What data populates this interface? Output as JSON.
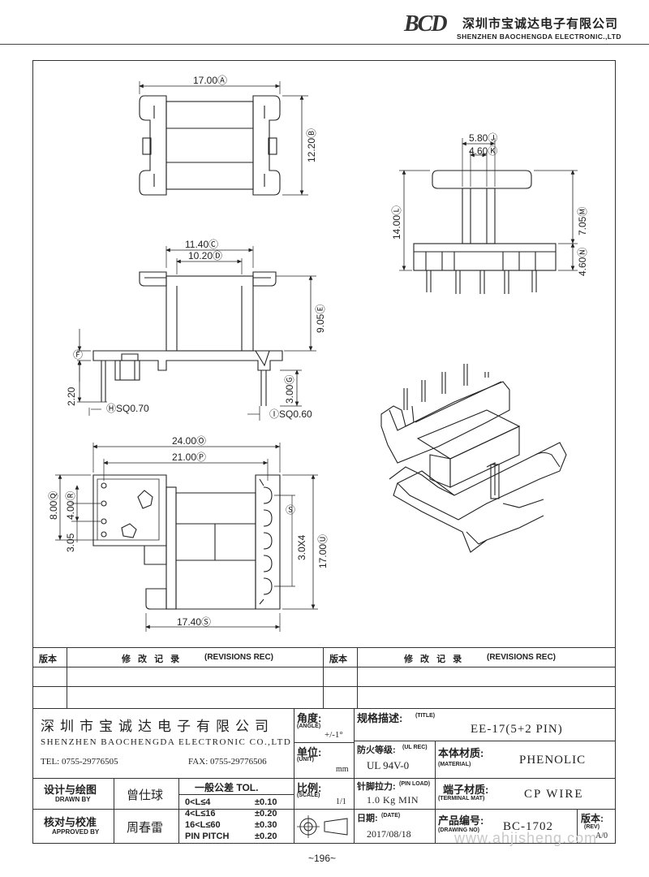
{
  "header": {
    "logo_text": "BCD",
    "company_cn": "深圳市宝诚达电子有限公司",
    "company_en": "SHENZHEN BAOCHENGDA ELECTRONIC.,LTD"
  },
  "dimensions": {
    "top_width": "17.00Ⓐ",
    "top_height": "12.20Ⓑ",
    "front_outer": "11.40Ⓒ",
    "front_inner": "10.20Ⓓ",
    "front_height": "9.05Ⓔ",
    "pin_length": "2.20",
    "pin_offset": "3.00Ⓖ",
    "pin_sq1": "ⒽSQ0.70",
    "pin_sq2": "ⒾSQ0.60",
    "side_w1": "5.80Ⓙ",
    "side_w2": "4.60Ⓚ",
    "side_total": "14.00Ⓛ",
    "side_upper": "7.05Ⓜ",
    "side_lower": "4.60Ⓝ",
    "bottom_total_w": "24.00Ⓞ",
    "bottom_inner_w": "21.00Ⓟ",
    "bottom_body_w": "17.40Ⓢ",
    "left_h1": "8.00Ⓠ",
    "left_h2": "4.00Ⓡ",
    "left_h3": "3.05",
    "right_pitch": "3.0X4",
    "right_total": "17.00Ⓤ",
    "right_mark": "Ⓢ",
    "label_F": "Ⓕ"
  },
  "revisions": {
    "col_rev": "版本",
    "col_desc": "修 改 记 录",
    "col_desc_en": "(REVISIONS REC)"
  },
  "title_block": {
    "company_cn": "深圳市宝诚达电子有限公司",
    "company_en": "SHENZHEN BAOCHENGDA ELECTRONIC CO.,LTD",
    "tel": "TEL: 0755-29776505",
    "fax": "FAX: 0755-29776506",
    "angle_cn": "角度:",
    "angle_en": "(ANGLE)",
    "angle_value": "+/-1°",
    "unit_cn": "单位:",
    "unit_en": "(UNIT)",
    "unit_value": "mm",
    "scale_cn": "比例:",
    "scale_en": "(SCALE)",
    "scale_value": "1/1",
    "title_cn": "规格描述:",
    "title_en": "(TITLE)",
    "title_value": "EE-17(5+2 PIN)",
    "fire_cn": "防火等级:",
    "fire_en": "(UL REC)",
    "fire_value": "UL 94V-0",
    "material_cn": "本体材质:",
    "material_en": "(MATERIAL)",
    "material_value": "PHENOLIC",
    "pinload_cn": "针脚拉力:",
    "pinload_en": "(PIN LOAD)",
    "pinload_value": "1.0 Kg MIN",
    "terminal_cn": "端子材质:",
    "terminal_en": "(TERMINAL MAT)",
    "terminal_value": "CP WIRE",
    "drawn_cn": "设计与绘图",
    "drawn_en": "DRAWN BY",
    "drawn_name": "曾仕球",
    "approved_cn": "核对与校准",
    "approved_en": "APPROVED BY",
    "approved_name": "周春雷",
    "tol_title": "一般公差 TOL.",
    "tol_rows": [
      {
        "range": "0<L≤4",
        "value": "±0.10"
      },
      {
        "range": "4<L≤16",
        "value": "±0.20"
      },
      {
        "range": "16<L≤60",
        "value": "±0.30"
      },
      {
        "range": "PIN PITCH",
        "value": "±0.20"
      }
    ],
    "date_cn": "日期:",
    "date_en": "(DATE)",
    "date_value": "2017/08/18",
    "drawing_cn": "产品编号:",
    "drawing_en": "(DRAWING NO)",
    "drawing_value": "BC-1702",
    "rev_cn": "版本:",
    "rev_en": "(REV)",
    "rev_value": "A/0"
  },
  "page_number": "~196~",
  "watermark": "www.ahjisheng.com"
}
